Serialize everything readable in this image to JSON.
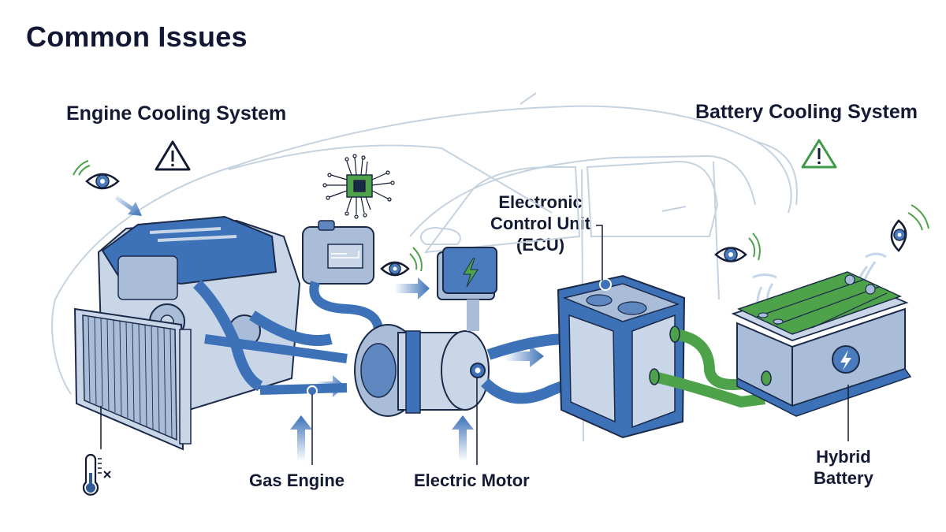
{
  "title": "Common Issues",
  "sections": {
    "engine_cooling": {
      "label": "Engine Cooling System",
      "warning_icon": "warning-triangle-icon",
      "warning_color": "#131a33"
    },
    "battery_cooling": {
      "label": "Battery Cooling System",
      "warning_icon": "warning-triangle-icon",
      "warning_color": "#3e9a48"
    }
  },
  "callouts": {
    "ecu": {
      "lines": [
        "Electronic",
        "Control Unit",
        "(ECU)"
      ]
    },
    "gas_engine": {
      "label": "Gas Engine"
    },
    "electric_motor": {
      "label": "Electric Motor"
    },
    "hybrid_battery": {
      "lines": [
        "Hybrid",
        "Battery"
      ]
    }
  },
  "icons": {
    "eyes": [
      "eye-icon-engine",
      "eye-icon-ecu",
      "eye-icon-battery-left",
      "eye-icon-battery-right"
    ],
    "chip": "microchip-icon",
    "thermometer": "thermometer-fault-icon",
    "lightning": "lightning-bolt-icon"
  },
  "colors": {
    "primary_blue": "#3d72b8",
    "light_blue": "#a9bdd8",
    "pale_blue": "#c9d6e8",
    "coolant_green": "#4ea24a",
    "outline": "#1c2a4a",
    "car_outline": "#c5d2e0",
    "text": "#131a33"
  }
}
